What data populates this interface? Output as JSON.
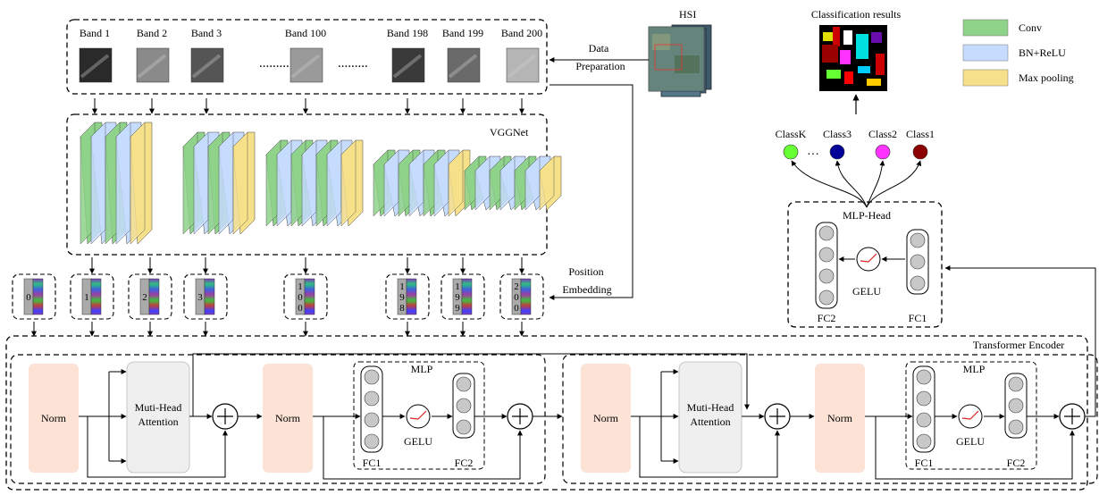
{
  "bands": {
    "labels": [
      "Band 1",
      "Band 2",
      "Band 3",
      "Band 100",
      "Band 198",
      "Band 199",
      "Band 200"
    ],
    "ellipsis": "........."
  },
  "hsi": {
    "label": "HSI"
  },
  "data_preparation": {
    "line1": "Data",
    "line2": "Preparation"
  },
  "vgg": {
    "label": "VGGNet"
  },
  "position_embedding": {
    "line1": "Position",
    "line2": "Embedding"
  },
  "tokens": [
    {
      "digits": [
        "0"
      ]
    },
    {
      "digits": [
        "1"
      ]
    },
    {
      "digits": [
        "2"
      ]
    },
    {
      "digits": [
        "3"
      ]
    },
    {
      "digits": [
        "1",
        "0",
        "0"
      ]
    },
    {
      "digits": [
        "1",
        "9",
        "8"
      ]
    },
    {
      "digits": [
        "1",
        "9",
        "9"
      ]
    },
    {
      "digits": [
        "2",
        "0",
        "0"
      ]
    }
  ],
  "legend": [
    {
      "label": "Conv",
      "color": "#8fd28a"
    },
    {
      "label": "BN+ReLU",
      "color": "#c6dcff"
    },
    {
      "label": "Max pooling",
      "color": "#f7e08a"
    }
  ],
  "classification": {
    "label": "Classification results"
  },
  "classes": [
    {
      "label": "ClassK",
      "color": "#66ff33"
    },
    {
      "label": "Class3",
      "color": "#000099"
    },
    {
      "label": "Class2",
      "color": "#ff33ff"
    },
    {
      "label": "Class1",
      "color": "#8b0000"
    }
  ],
  "classes_ellipsis": "···",
  "mlp_head": {
    "title": "MLP-Head",
    "gelu": "GELU",
    "fc2": "FC2",
    "fc1": "FC1"
  },
  "encoder": {
    "title": "Transformer Encoder",
    "norm": "Norm",
    "mha_line1": "Muti-Head",
    "mha_line2": "Attention",
    "mlp": "MLP",
    "gelu": "GELU",
    "fc1": "FC1",
    "fc2": "FC2"
  },
  "colors": {
    "conv": "#8fd28a",
    "bn": "#c6dcff",
    "pool": "#f7e08a",
    "norm": "#fde3d5",
    "attention": "#efefef",
    "neuron": "#c8c8c8"
  }
}
